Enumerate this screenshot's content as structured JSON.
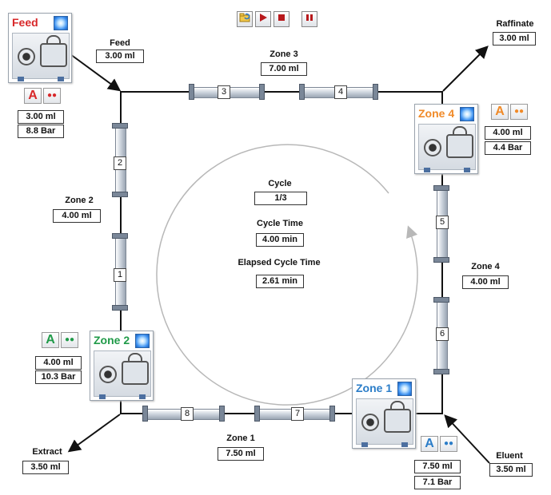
{
  "toolbar": {
    "open_icon": "folder-refresh-icon",
    "play_icon": "play-icon",
    "stop_icon": "stop-icon",
    "pause_icon": "pause-icon"
  },
  "colors": {
    "feed": "#d8282a",
    "zone4": "#f08a28",
    "zone2": "#1f9a48",
    "zone1": "#2b7dc8",
    "line": "#111111",
    "arc": "#b8b8b8"
  },
  "inlets_outlets": {
    "feed": {
      "label": "Feed",
      "value": "3.00 ml"
    },
    "raffinate": {
      "label": "Raffinate",
      "value": "3.00 ml"
    },
    "extract": {
      "label": "Extract",
      "value": "3.50 ml"
    },
    "eluent": {
      "label": "Eluent",
      "value": "3.50 ml"
    }
  },
  "zones": {
    "zone3": {
      "label": "Zone 3",
      "value": "7.00 ml"
    },
    "zone2": {
      "label": "Zone 2",
      "value": "4.00 ml"
    },
    "zone4": {
      "label": "Zone 4",
      "value": "4.00 ml"
    },
    "zone1": {
      "label": "Zone 1",
      "value": "7.50 ml"
    }
  },
  "pumps": {
    "feed": {
      "title": "Feed",
      "a_label": "A",
      "volume": "3.00 ml",
      "pressure": "8.8 Bar"
    },
    "zone4": {
      "title": "Zone 4",
      "a_label": "A",
      "volume": "4.00 ml",
      "pressure": "4.4 Bar"
    },
    "zone2": {
      "title": "Zone 2",
      "a_label": "A",
      "volume": "4.00 ml",
      "pressure": "10.3 Bar"
    },
    "zone1": {
      "title": "Zone 1",
      "a_label": "A",
      "volume": "7.50 ml",
      "pressure": "7.1 Bar"
    }
  },
  "columns": [
    "1",
    "2",
    "3",
    "4",
    "5",
    "6",
    "7",
    "8"
  ],
  "center": {
    "cycle_label": "Cycle",
    "cycle_value": "1/3",
    "cycle_time_label": "Cycle Time",
    "cycle_time_value": "4.00 min",
    "elapsed_label": "Elapsed Cycle Time",
    "elapsed_value": "2.61 min"
  }
}
